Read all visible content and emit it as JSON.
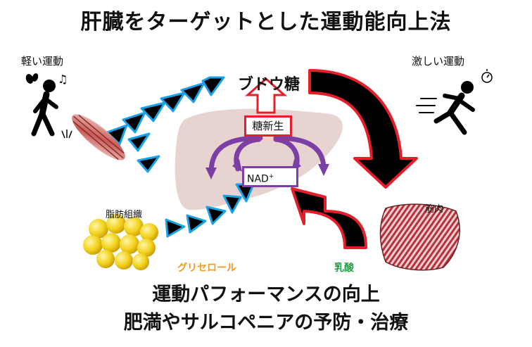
{
  "title": "肝臓をターゲットとした運動能向上法",
  "left_top_label": "軽い運動",
  "right_top_label": "激しい運動",
  "fat_label": "脂肪組織",
  "muscle_label": "筋肉",
  "glucose_label": "ブドウ糖",
  "gluconeogenesis_label": "糖新生",
  "nad_label": "NAD",
  "nad_superscript": "+",
  "glycerol_label": "グリセロール",
  "lactate_label": "乳酸",
  "bottom_lines": [
    "運動パフォーマンスの向上",
    "肥満やサルコペニアの予防・治療"
  ],
  "colors": {
    "liver": "#e7d3cf",
    "red_outline": "#e61e2a",
    "blue_outline": "#1aa3e8",
    "purple": "#7b3fa6",
    "glycerol_text": "#f39a1e",
    "lactate_text": "#23a047",
    "fat_yellow": "#f2d21b"
  },
  "icons": [
    "walking-person-icon",
    "butterfly-icon",
    "music-note-icon",
    "grass-icon",
    "running-person-icon",
    "stopwatch-icon",
    "muscle-fiber-icon",
    "fat-cells-icon",
    "liver-icon"
  ]
}
